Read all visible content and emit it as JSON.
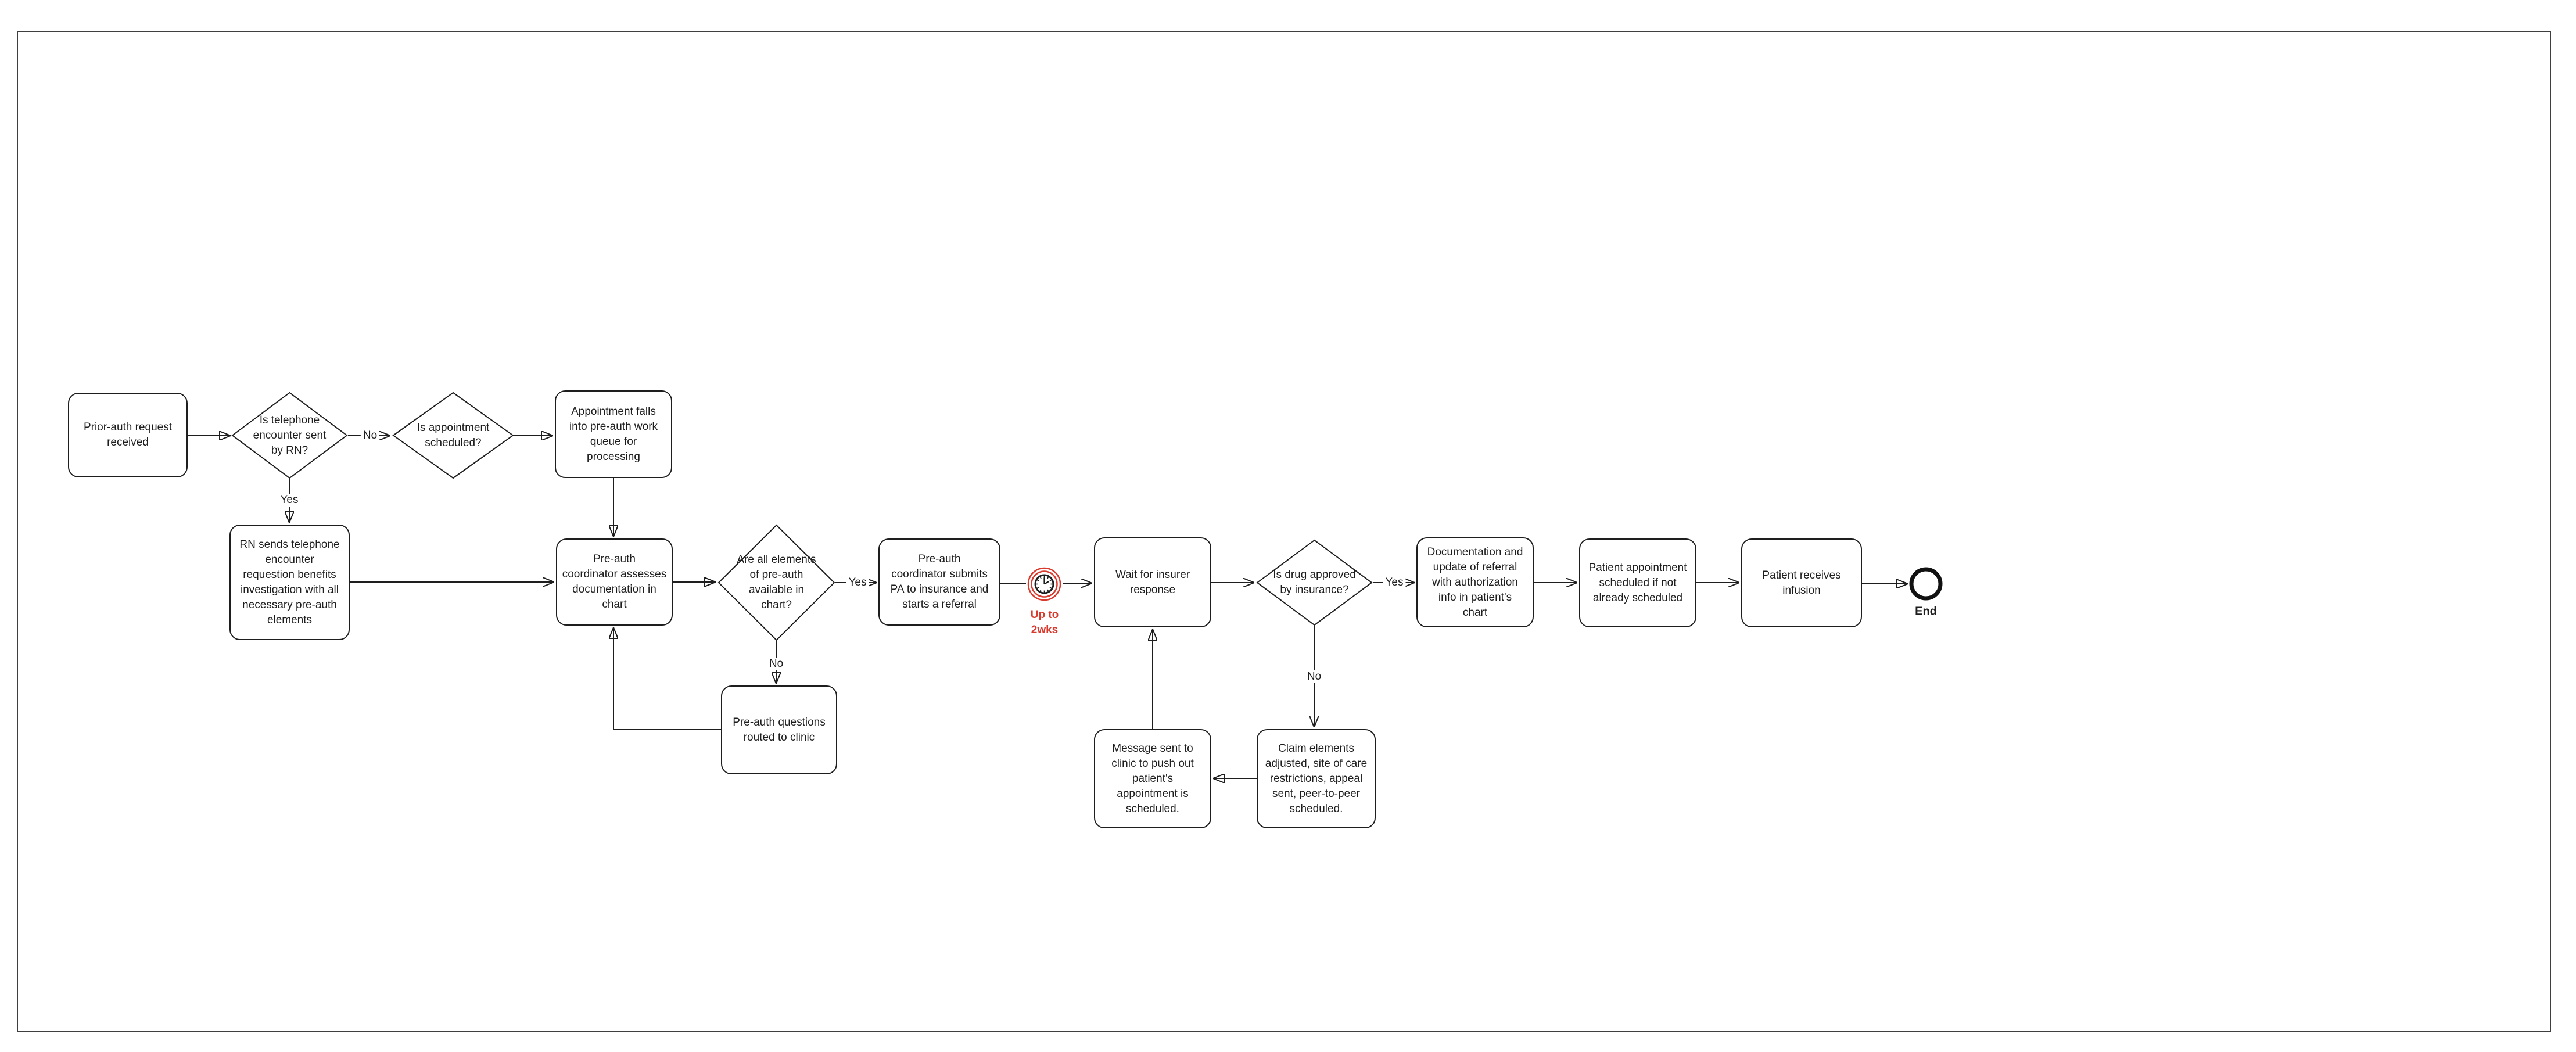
{
  "colors": {
    "page_border": "#3f3f3f",
    "shape_stroke": "#1e1e1e",
    "timer_red": "#d93a2e"
  },
  "diagram": {
    "nodes": {
      "start": {
        "label": "Prior-auth request\nreceived"
      },
      "d1": {
        "label": "Is telephone\nencounter sent\nby RN?"
      },
      "d2": {
        "label": "Is appointment\nscheduled?"
      },
      "appt_queue": {
        "label": "Appointment falls\ninto pre-auth work\nqueue for\nprocessing"
      },
      "rn_sends": {
        "label": "RN sends telephone\nencounter\nrequestion benefits\ninvestigation with all\nnecessary pre-auth\nelements"
      },
      "assess": {
        "label": "Pre-auth\ncoordinator assesses\ndocumentation in\nchart"
      },
      "d3": {
        "label": "Are all elements\nof pre-auth\navailable in\nchart?"
      },
      "submit": {
        "label": "Pre-auth\ncoordinator submits\nPA to insurance and\nstarts a referral"
      },
      "wait": {
        "label": "Wait for insurer\nresponse"
      },
      "d4": {
        "label": "Is drug approved\nby insurance?"
      },
      "doc_update": {
        "label": "Documentation and\nupdate of referral\nwith authorization\ninfo in patient's\nchart"
      },
      "appt_sched": {
        "label": "Patient appointment\nscheduled if not\nalready scheduled"
      },
      "infusion": {
        "label": "Patient receives\ninfusion"
      },
      "questions": {
        "label": "Pre-auth questions\nrouted to clinic"
      },
      "message": {
        "label": "Message sent to\nclinic to push out\npatient's\nappointment is\nscheduled."
      },
      "claim": {
        "label": "Claim elements\nadjusted, site of care\nrestrictions, appeal\nsent, peer-to-peer\nscheduled."
      }
    },
    "edge_labels": {
      "d1_no": "No",
      "d1_yes": "Yes",
      "d3_yes": "Yes",
      "d3_no": "No",
      "d4_yes": "Yes",
      "d4_no": "No"
    },
    "timer_label": "Up to\n2wks",
    "end_label": "End"
  }
}
